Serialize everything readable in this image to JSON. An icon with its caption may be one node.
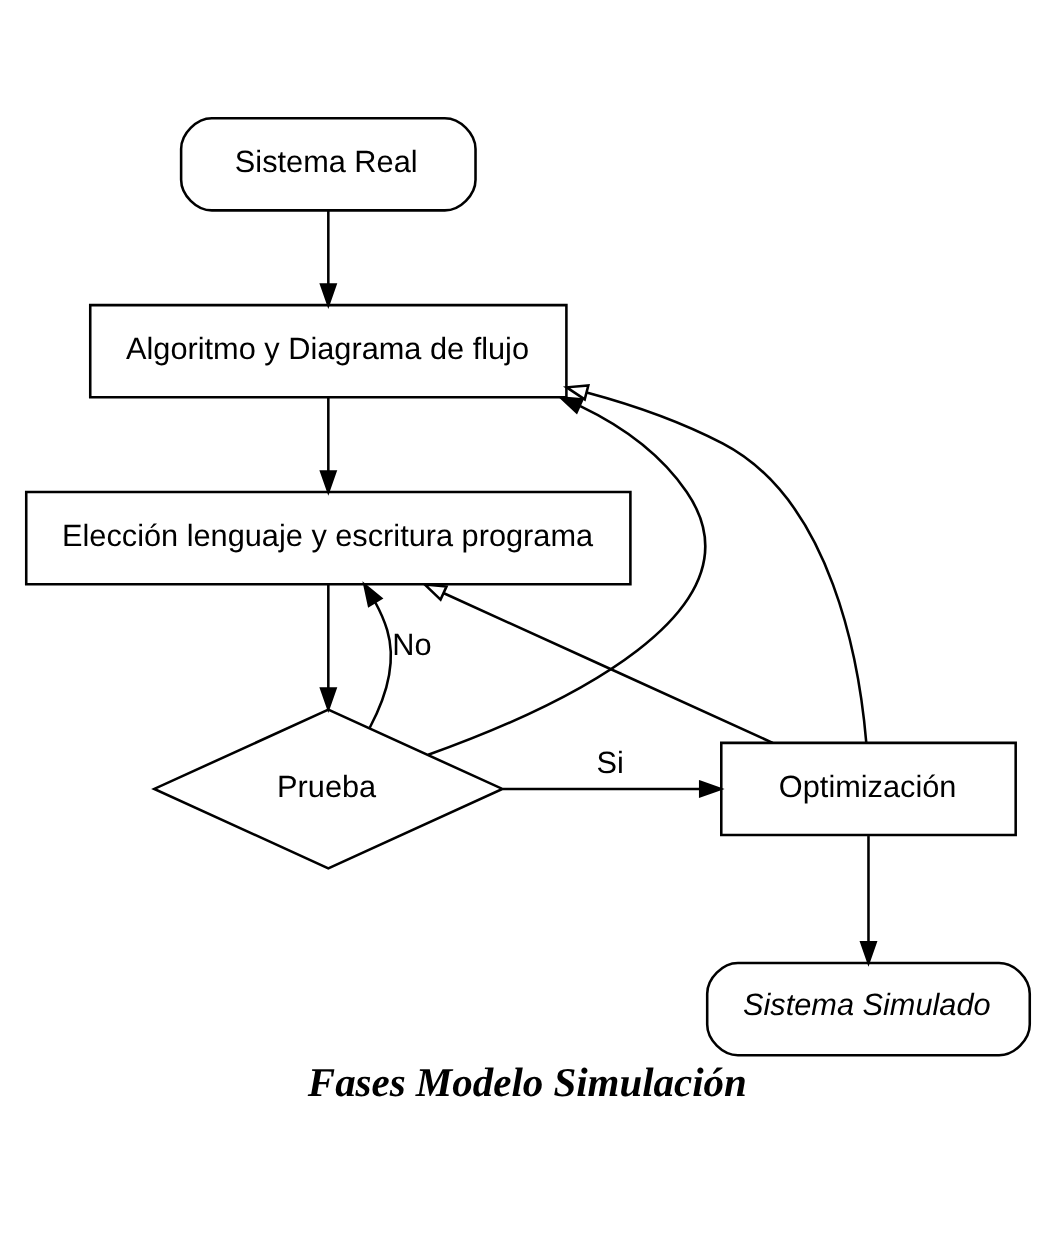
{
  "diagram": {
    "caption": "Fases Modelo Simulación",
    "nodes": [
      {
        "text": [
          "Sistema Real"
        ]
      },
      {
        "text": [
          "Algoritmo y Diagrama de flujo"
        ]
      },
      {
        "text": [
          "Elección lenguaje y escritura programa"
        ]
      },
      {
        "text": [
          "Prueba"
        ]
      },
      {
        "text": [
          "Optimización"
        ]
      },
      {
        "text": [
          "Sistema Simulado"
        ]
      }
    ],
    "edges": [
      {
        "from": 0,
        "to": 1,
        "arrow": "to"
      },
      {
        "from": 1,
        "to": 2,
        "arrow": "to"
      },
      {
        "from": 2,
        "to": 3,
        "arrow": "to"
      },
      {
        "from": 3,
        "to": 4,
        "arrow": "to",
        "label": "Si"
      },
      {
        "from": 3,
        "to": 2,
        "arrow": "to",
        "label": "No"
      },
      {
        "from": 3,
        "to": 1,
        "arrow": "to"
      },
      {
        "from": 4,
        "to": 2,
        "arrow": "to"
      },
      {
        "from": 4,
        "to": 1,
        "arrow": "to"
      },
      {
        "from": 4,
        "to": 5,
        "arrow": "to"
      }
    ]
  }
}
